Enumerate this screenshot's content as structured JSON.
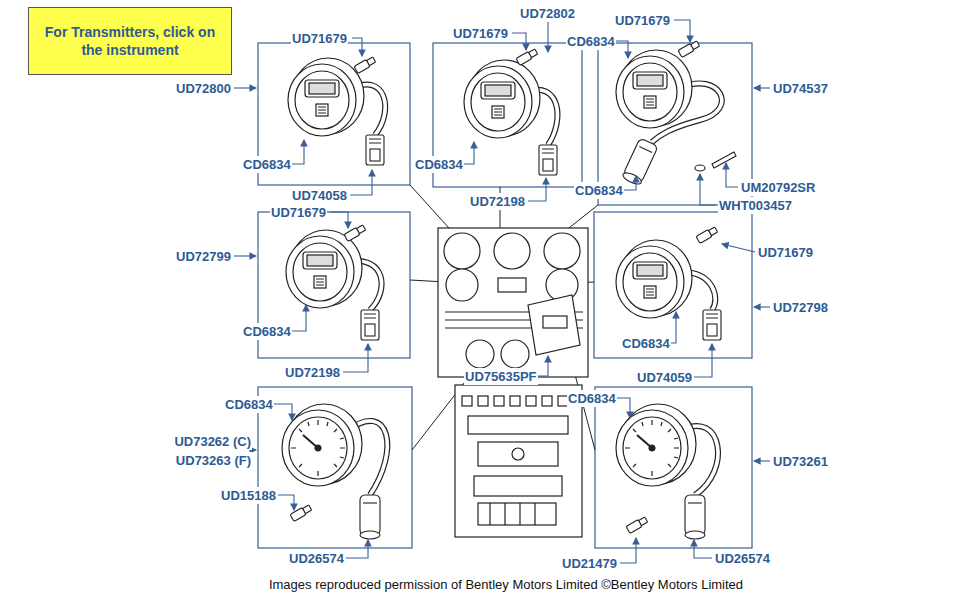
{
  "diagram": {
    "caption": "Images reproduced permission of Bentley Motors Limited ©Bentley Motors Limited",
    "nodes": [
      {
        "text": [
          "For Transmitters, click on the instrument"
        ]
      }
    ],
    "labels": [
      "UD71679",
      "UD72802",
      "UD71679",
      "CD6834",
      "UD71679",
      "UD72800",
      "UD74537",
      "CD6834",
      "CD6834",
      "UD74058",
      "CD6834",
      "UM20792SR",
      "WHT003457",
      "UD72198",
      "UD71679",
      "UD72799",
      "UD71679",
      "UD72798",
      "CD6834",
      "CD6834",
      "UD72198",
      "UD75635PF",
      "UD74059",
      "CD6834",
      "CD6834",
      "UD73262 (C)",
      "UD73263 (F)",
      "UD73261",
      "UD15188",
      "UD26574",
      "UD21479",
      "UD26574"
    ]
  }
}
